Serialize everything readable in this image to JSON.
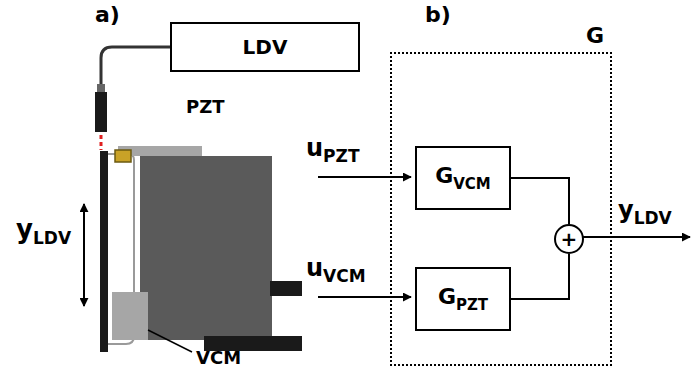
{
  "diagram": {
    "nodes": [
      {
        "text": [
          "LDV"
        ]
      },
      {
        "text": [
          "G"
        ]
      },
      {
        "text": [
          "G",
          "VCM"
        ],
        "in": 1
      },
      {
        "text": [
          "G",
          "PZT"
        ],
        "in": 1
      },
      {
        "text": [
          "+"
        ],
        "in": 1
      }
    ],
    "edges": [
      {
        "from": 2,
        "to": 4,
        "arrow": "none"
      },
      {
        "from": 3,
        "to": 4,
        "arrow": "none"
      }
    ],
    "labels": [
      "a)",
      "b)",
      "PZT",
      "y",
      "LDV",
      "VCM",
      "u",
      "PZT",
      "u",
      "VCM",
      "y",
      "LDV"
    ]
  }
}
